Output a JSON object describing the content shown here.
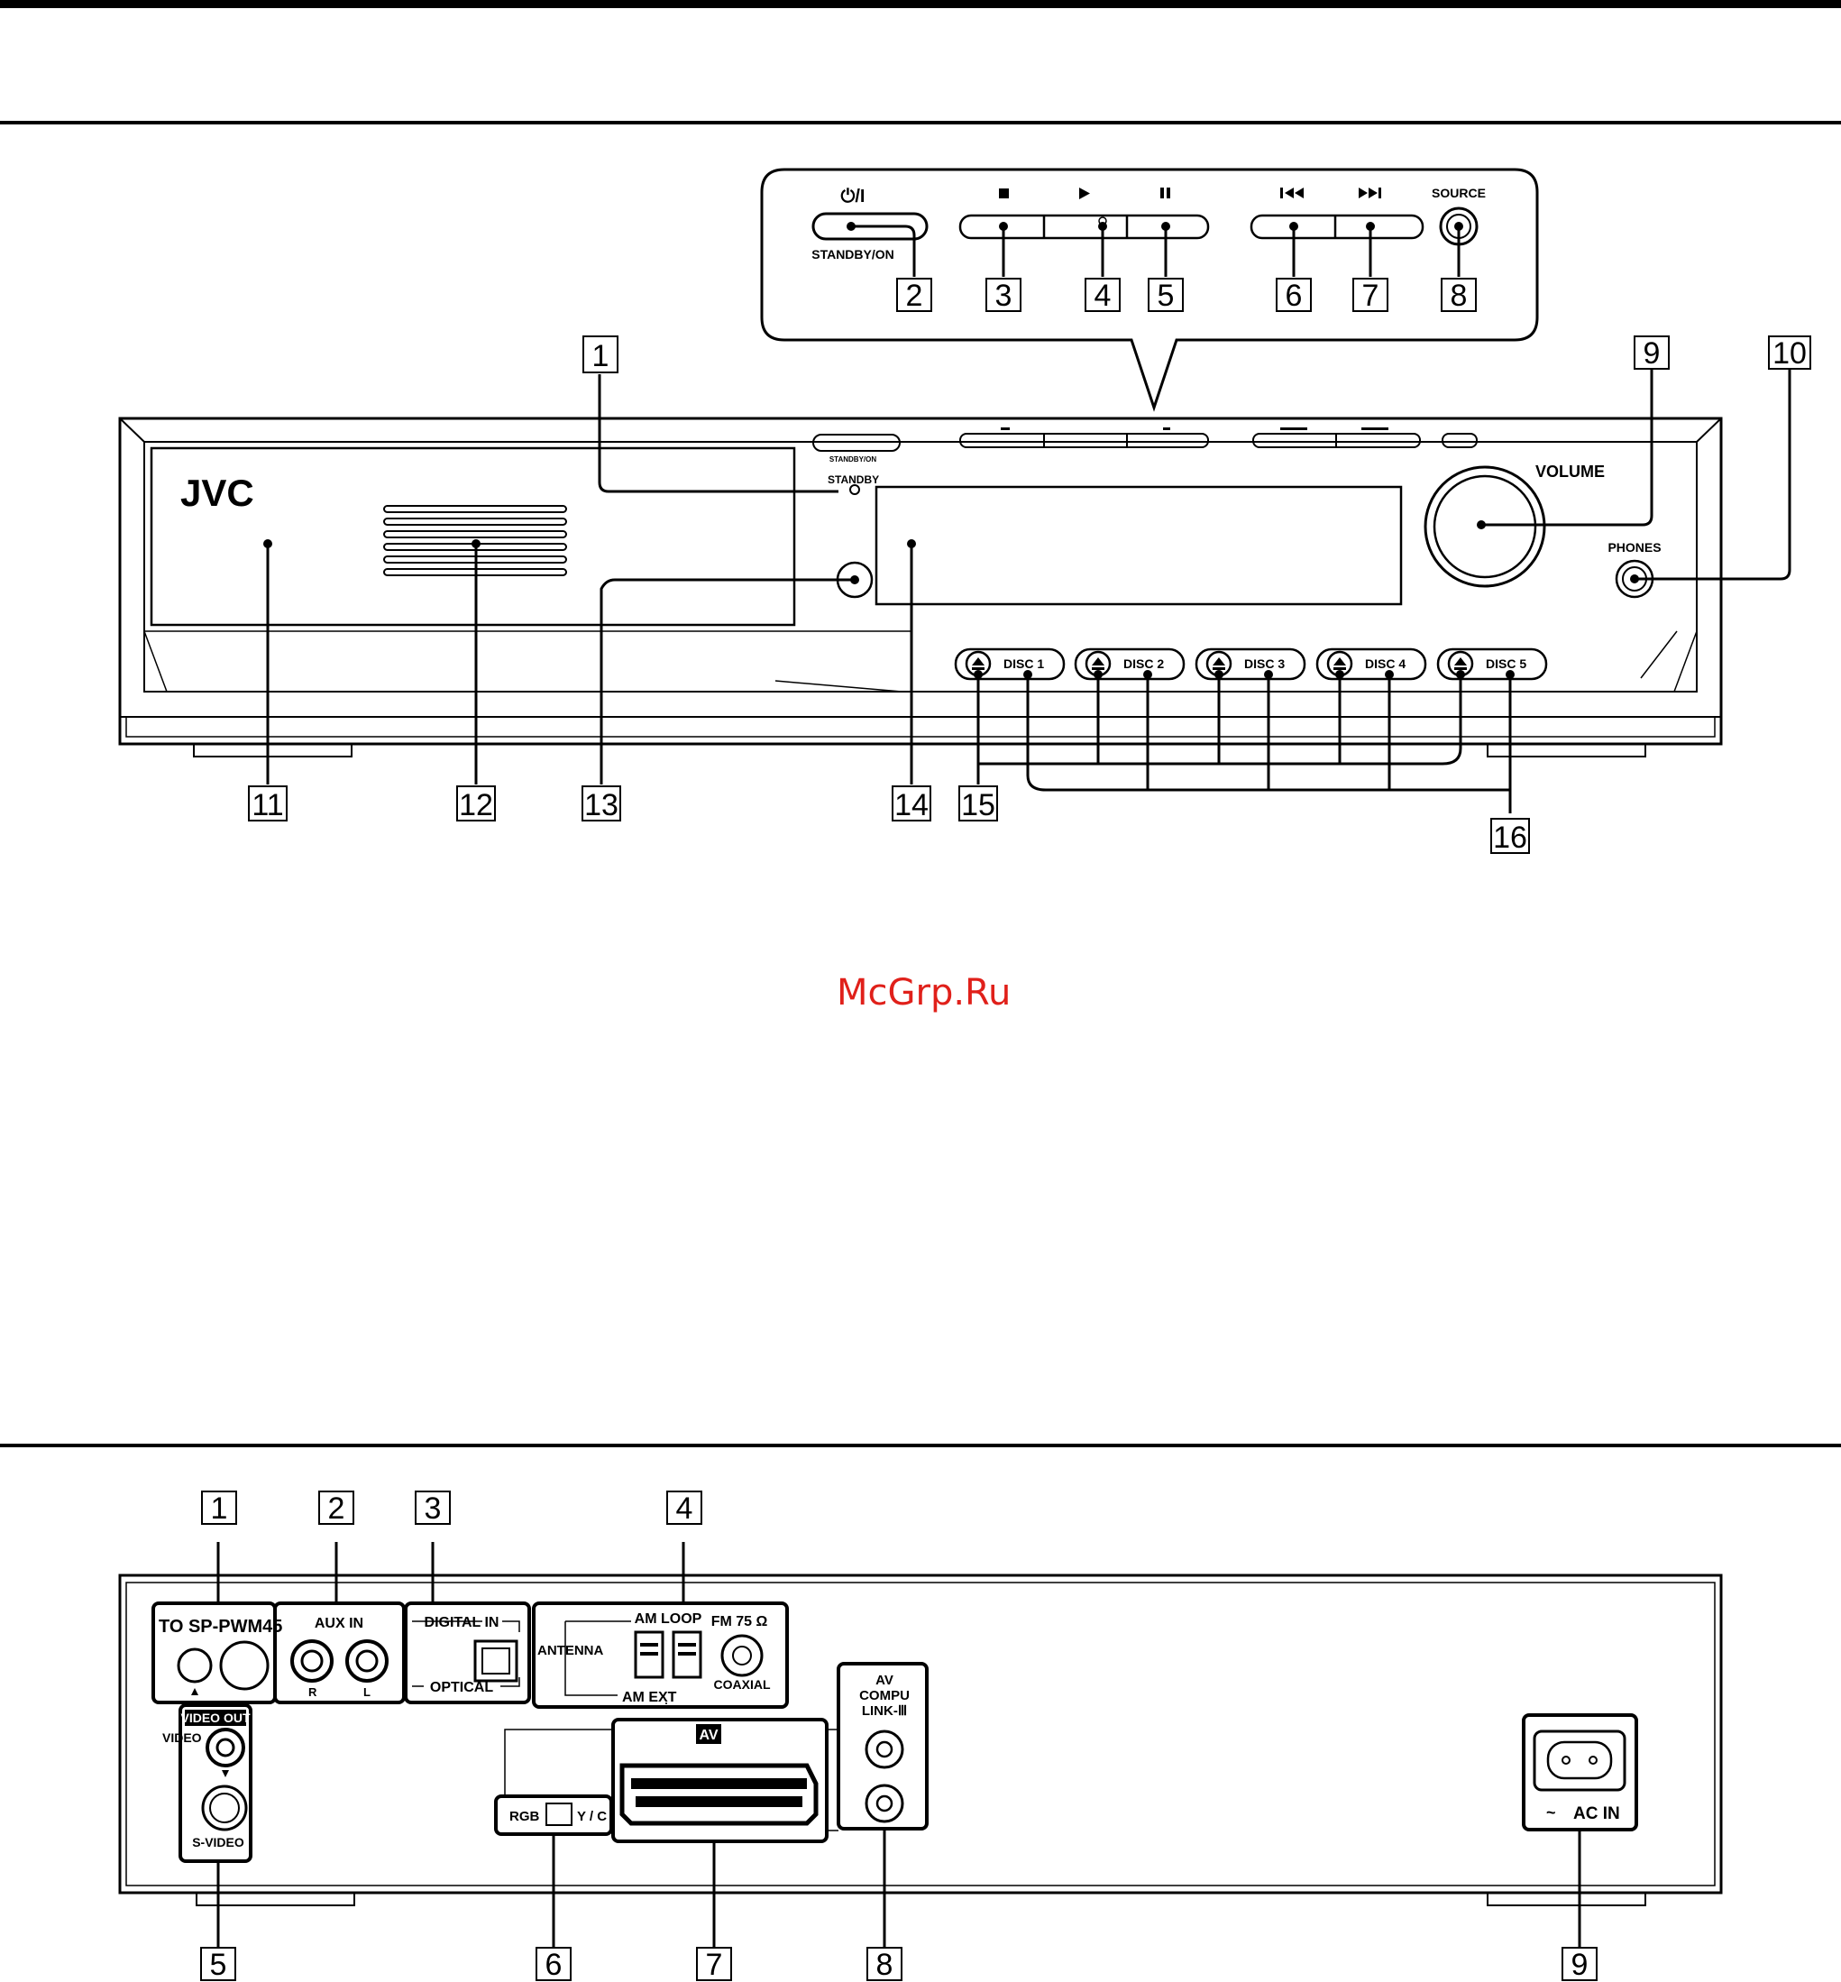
{
  "watermark": "McGrp.Ru",
  "front": {
    "brand": "JVC",
    "standby_on_symbol": "⏻/I",
    "standby_on_label": "STANDBY/ON",
    "standby_label": "STANDBY",
    "source_label": "SOURCE",
    "volume_label": "VOLUME",
    "phones_label": "PHONES",
    "discs": [
      "DISC 1",
      "DISC 2",
      "DISC 3",
      "DISC 4",
      "DISC 5"
    ],
    "callouts": [
      "1",
      "2",
      "3",
      "4",
      "5",
      "6",
      "7",
      "8",
      "9",
      "10",
      "11",
      "12",
      "13",
      "14",
      "15",
      "16"
    ],
    "icons": [
      "stop-icon",
      "play-icon",
      "pause-icon",
      "skip-back-icon",
      "skip-forward-icon",
      "eject-icon"
    ]
  },
  "rear": {
    "to_sp": "TO SP-PWM45",
    "aux_in": "AUX IN",
    "aux_r": "R",
    "aux_l": "L",
    "digital_in": "DIGITAL  IN",
    "optical": "OPTICAL",
    "antenna": "ANTENNA",
    "am_loop": "AM LOOP",
    "fm": "FM  75 Ω",
    "coaxial": "COAXIAL",
    "am_ext": "AM EXT",
    "video_out": "VIDEO OUT",
    "video": "VIDEO",
    "s_video": "S-VIDEO",
    "av": "AV",
    "rgb": "RGB",
    "yc": "Y / C",
    "compu_link": [
      "AV",
      "COMPU",
      "LINK-Ⅲ"
    ],
    "ac_in": "AC IN",
    "callouts": [
      "1",
      "2",
      "3",
      "4",
      "5",
      "6",
      "7",
      "8",
      "9"
    ]
  }
}
